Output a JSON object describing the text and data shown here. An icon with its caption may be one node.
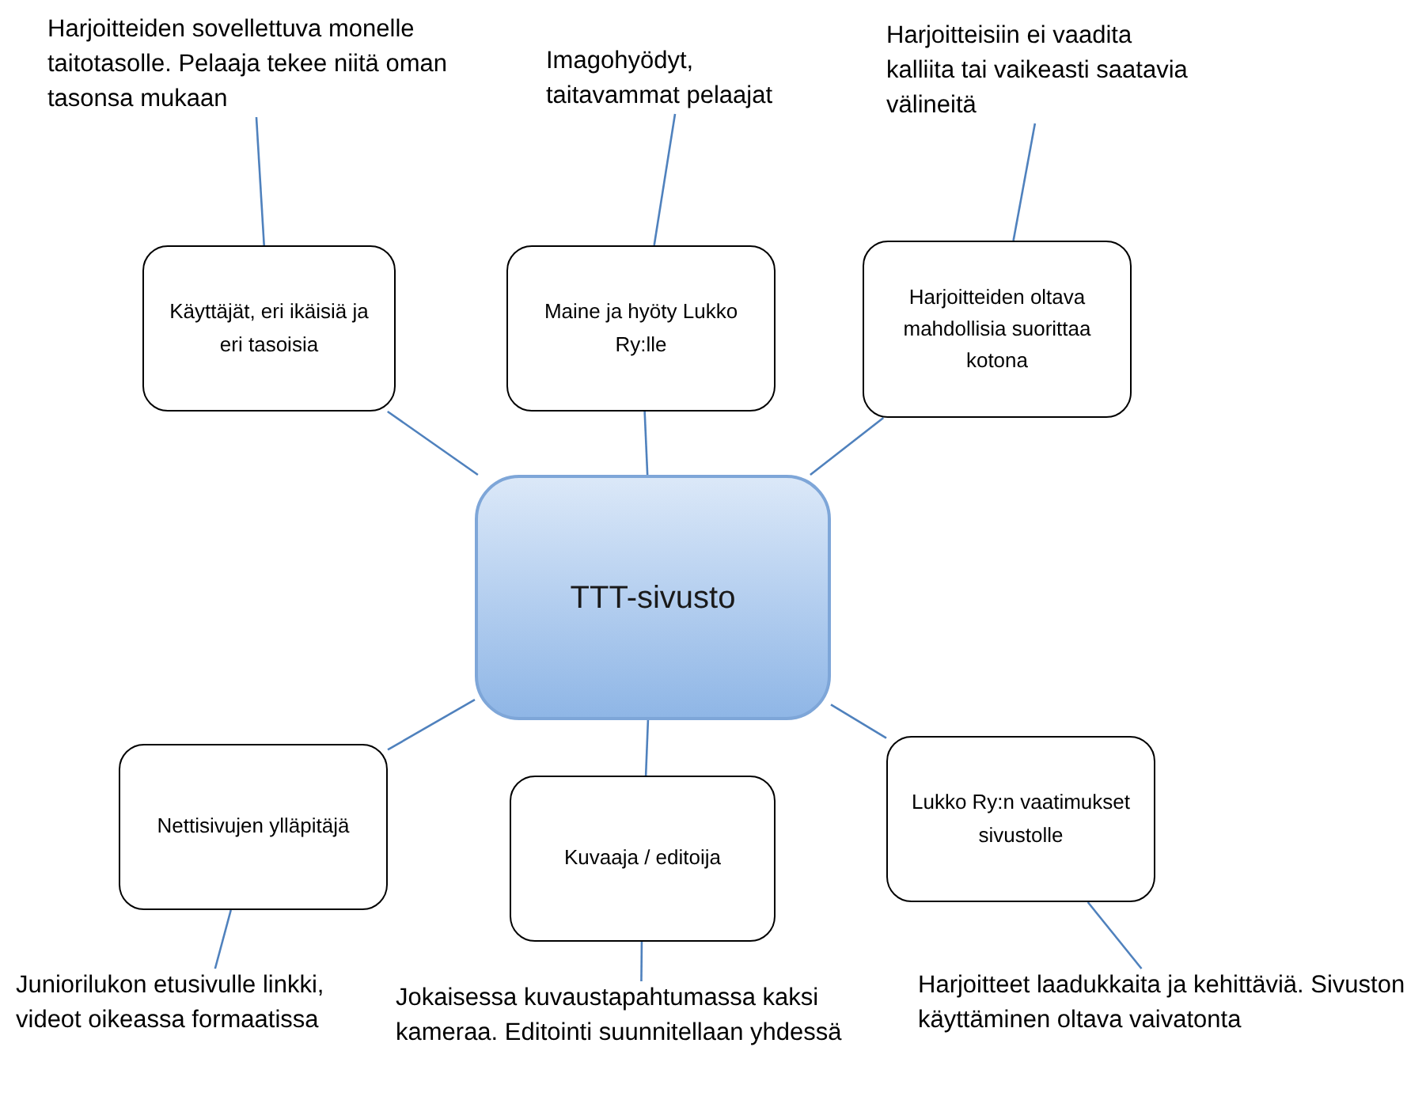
{
  "diagram": {
    "nodes": [
      {
        "text": [
          "TTT-sivusto"
        ]
      },
      {
        "text": [
          "Käyttäjät, eri ikäisiä ja eri tasoisia"
        ]
      },
      {
        "text": [
          "Maine ja hyöty Lukko Ry:lle"
        ]
      },
      {
        "text": [
          "Harjoitteiden oltava mahdollisia suorittaa kotona"
        ]
      },
      {
        "text": [
          "Nettisivujen ylläpitäjä"
        ]
      },
      {
        "text": [
          "Kuvaaja / editoija"
        ]
      },
      {
        "text": [
          "Lukko Ry:n vaatimukset sivustolle"
        ]
      },
      {
        "text": [
          "Harjoitteiden sovellettuva monelle taitotasolle. Pelaaja tekee niitä oman tasonsa mukaan"
        ]
      },
      {
        "text": [
          "Imagohyödyt, taitavammat pelaajat"
        ]
      },
      {
        "text": [
          "Harjoitteisiin ei vaadita kalliita tai vaikeasti saatavia välineitä"
        ]
      },
      {
        "text": [
          "Juniorilukon etusivulle linkki, videot oikeassa formaatissa"
        ]
      },
      {
        "text": [
          "Jokaisessa kuvaustapahtumassa kaksi kameraa. Editointi suunnitellaan yhdessä"
        ]
      },
      {
        "text": [
          "Harjoitteet laadukkaita ja kehittäviä. Sivuston käyttäminen oltava vaivatonta"
        ]
      }
    ],
    "edges": [
      {
        "from": 0,
        "to": 1,
        "arrow": "none"
      },
      {
        "from": 0,
        "to": 2,
        "arrow": "none"
      },
      {
        "from": 0,
        "to": 3,
        "arrow": "none"
      },
      {
        "from": 0,
        "to": 4,
        "arrow": "none"
      },
      {
        "from": 0,
        "to": 5,
        "arrow": "none"
      },
      {
        "from": 0,
        "to": 6,
        "arrow": "none"
      },
      {
        "from": 1,
        "to": 7,
        "arrow": "none"
      },
      {
        "from": 2,
        "to": 8,
        "arrow": "none"
      },
      {
        "from": 3,
        "to": 9,
        "arrow": "none"
      },
      {
        "from": 4,
        "to": 10,
        "arrow": "none"
      },
      {
        "from": 5,
        "to": 11,
        "arrow": "none"
      },
      {
        "from": 6,
        "to": 12,
        "arrow": "none"
      }
    ]
  }
}
